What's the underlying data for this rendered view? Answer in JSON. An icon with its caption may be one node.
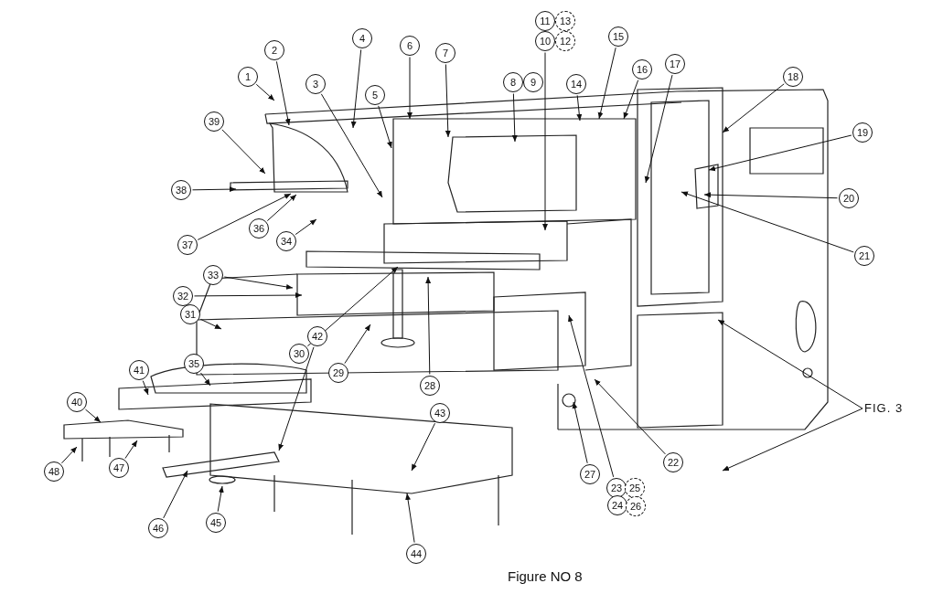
{
  "diagram": {
    "caption": "Figure NO 8",
    "nodes": [
      {
        "text": [
          "1"
        ]
      },
      {
        "text": [
          "2"
        ]
      },
      {
        "text": [
          "3"
        ]
      },
      {
        "text": [
          "4"
        ]
      },
      {
        "text": [
          "5"
        ]
      },
      {
        "text": [
          "6"
        ]
      },
      {
        "text": [
          "7"
        ]
      },
      {
        "text": [
          "8"
        ]
      },
      {
        "text": [
          "9"
        ]
      },
      {
        "text": [
          "10"
        ]
      },
      {
        "text": [
          "11"
        ]
      },
      {
        "text": [
          "12"
        ]
      },
      {
        "text": [
          "13"
        ]
      },
      {
        "text": [
          "14"
        ]
      },
      {
        "text": [
          "15"
        ]
      },
      {
        "text": [
          "16"
        ]
      },
      {
        "text": [
          "17"
        ]
      },
      {
        "text": [
          "18"
        ]
      },
      {
        "text": [
          "19"
        ]
      },
      {
        "text": [
          "20"
        ]
      },
      {
        "text": [
          "21"
        ]
      },
      {
        "text": [
          "22"
        ]
      },
      {
        "text": [
          "23"
        ]
      },
      {
        "text": [
          "24"
        ]
      },
      {
        "text": [
          "25"
        ]
      },
      {
        "text": [
          "26"
        ]
      },
      {
        "text": [
          "27"
        ]
      },
      {
        "text": [
          "28"
        ]
      },
      {
        "text": [
          "29"
        ]
      },
      {
        "text": [
          "30"
        ]
      },
      {
        "text": [
          "31"
        ]
      },
      {
        "text": [
          "32"
        ]
      },
      {
        "text": [
          "33"
        ]
      },
      {
        "text": [
          "34"
        ]
      },
      {
        "text": [
          "35"
        ]
      },
      {
        "text": [
          "36"
        ]
      },
      {
        "text": [
          "37"
        ]
      },
      {
        "text": [
          "38"
        ]
      },
      {
        "text": [
          "39"
        ]
      },
      {
        "text": [
          "40"
        ]
      },
      {
        "text": [
          "41"
        ]
      },
      {
        "text": [
          "42"
        ]
      },
      {
        "text": [
          "43"
        ]
      },
      {
        "text": [
          "44"
        ]
      },
      {
        "text": [
          "45"
        ]
      },
      {
        "text": [
          "46"
        ]
      },
      {
        "text": [
          "47"
        ]
      },
      {
        "text": [
          "48"
        ]
      },
      {
        "text": [
          "FIG. 3"
        ]
      }
    ],
    "edges": [
      {
        "from": 0,
        "to": null,
        "arrow": "to"
      },
      {
        "from": 1,
        "to": null,
        "arrow": "to"
      },
      {
        "from": 2,
        "to": null,
        "arrow": "to"
      },
      {
        "from": 3,
        "to": null,
        "arrow": "to"
      },
      {
        "from": 4,
        "to": null,
        "arrow": "to"
      },
      {
        "from": 5,
        "to": null,
        "arrow": "to"
      },
      {
        "from": 6,
        "to": null,
        "arrow": "to"
      },
      {
        "from": 7,
        "to": null,
        "arrow": "to"
      },
      {
        "from": 9,
        "to": null,
        "arrow": "to"
      },
      {
        "from": 13,
        "to": null,
        "arrow": "to"
      },
      {
        "from": 14,
        "to": null,
        "arrow": "to"
      },
      {
        "from": 15,
        "to": null,
        "arrow": "to"
      },
      {
        "from": 16,
        "to": null,
        "arrow": "to"
      },
      {
        "from": 17,
        "to": null,
        "arrow": "to"
      },
      {
        "from": 18,
        "to": null,
        "arrow": "to"
      },
      {
        "from": 19,
        "to": null,
        "arrow": "to"
      },
      {
        "from": 20,
        "to": null,
        "arrow": "to"
      },
      {
        "from": 21,
        "to": null,
        "arrow": "to"
      },
      {
        "from": 22,
        "to": null,
        "arrow": "to"
      },
      {
        "from": 26,
        "to": null,
        "arrow": "to"
      },
      {
        "from": 27,
        "to": null,
        "arrow": "to"
      },
      {
        "from": 28,
        "to": null,
        "arrow": "to"
      },
      {
        "from": 29,
        "to": null,
        "arrow": "to"
      },
      {
        "from": 30,
        "to": null,
        "arrow": "to"
      },
      {
        "from": 31,
        "to": null,
        "arrow": "to"
      },
      {
        "from": 32,
        "to": null,
        "arrow": "to"
      },
      {
        "from": 33,
        "to": null,
        "arrow": "to"
      },
      {
        "from": 34,
        "to": null,
        "arrow": "to"
      },
      {
        "from": 35,
        "to": null,
        "arrow": "to"
      },
      {
        "from": 36,
        "to": null,
        "arrow": "to"
      },
      {
        "from": 37,
        "to": null,
        "arrow": "to"
      },
      {
        "from": 38,
        "to": null,
        "arrow": "to"
      },
      {
        "from": 39,
        "to": null,
        "arrow": "to"
      },
      {
        "from": 40,
        "to": null,
        "arrow": "to"
      },
      {
        "from": 41,
        "to": null,
        "arrow": "to"
      },
      {
        "from": 42,
        "to": null,
        "arrow": "to"
      },
      {
        "from": 43,
        "to": null,
        "arrow": "to"
      },
      {
        "from": 44,
        "to": null,
        "arrow": "to"
      },
      {
        "from": 45,
        "to": null,
        "arrow": "to"
      },
      {
        "from": 46,
        "to": null,
        "arrow": "to"
      },
      {
        "from": 47,
        "to": null,
        "arrow": "to"
      },
      {
        "from": 48,
        "to": null,
        "arrow": "to"
      },
      {
        "from": 48,
        "to": null,
        "arrow": "to"
      }
    ]
  }
}
